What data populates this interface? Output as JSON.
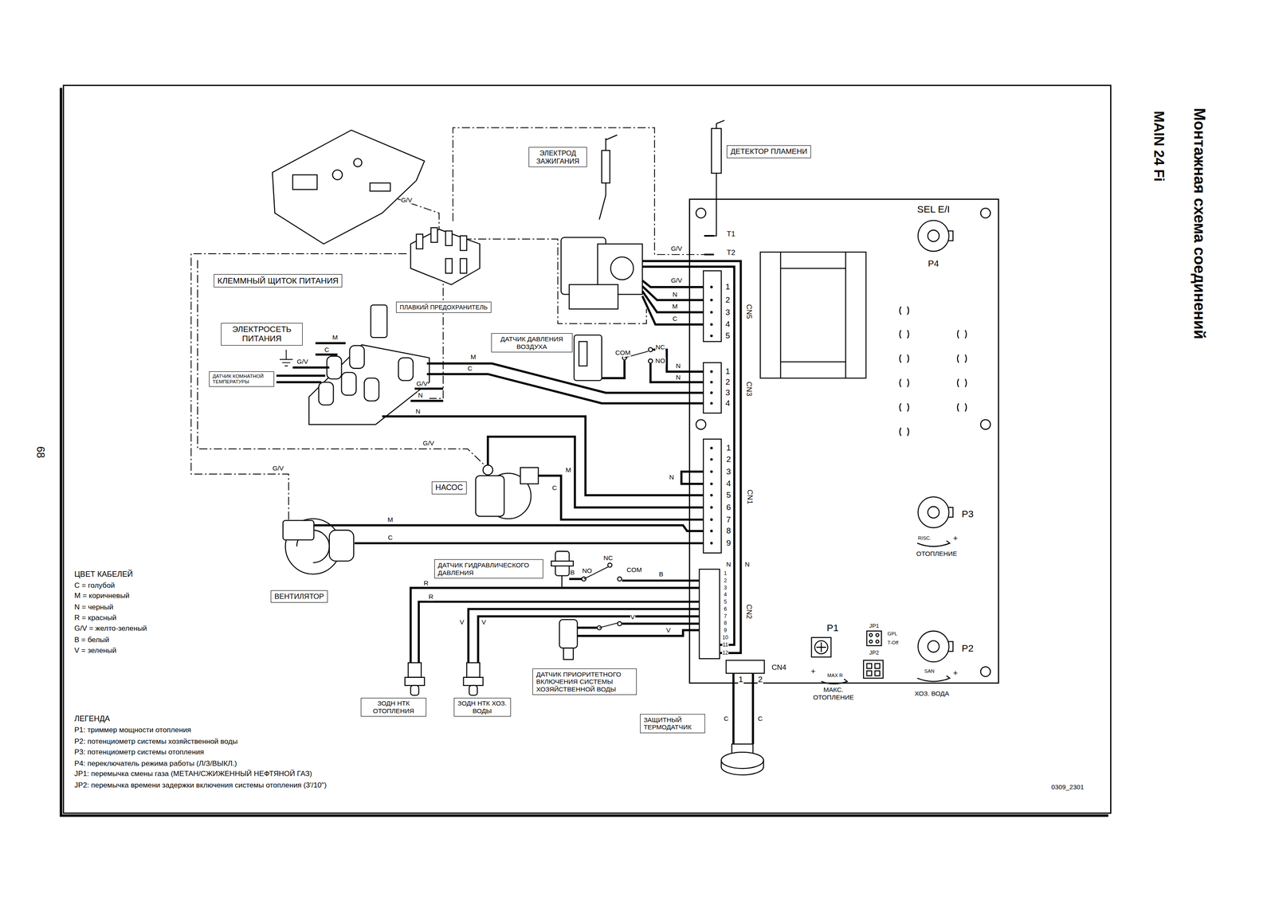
{
  "diagram": {
    "title": "Монтажная схема соединений",
    "nodes": [
      {
        "text": [
          "ЭЛЕКТРОД ЗАЖИГАНИЯ"
        ]
      },
      {
        "text": [
          "ДЕТЕКТОР ПЛАМЕНИ"
        ]
      },
      {
        "text": [
          "КЛЕММНЫЙ ЩИТОК ПИТАНИЯ"
        ]
      },
      {
        "text": [
          "ПЛАВКИЙ ПРЕДОХРАНИТЕЛЬ"
        ]
      },
      {
        "text": [
          "ЭЛЕКТРОСЕТЬ ПИТАНИЯ"
        ]
      },
      {
        "text": [
          "ДАТЧИК КОМНАТНОЙ ТЕМПЕРАТУРЫ"
        ]
      },
      {
        "text": [
          "ДАТЧИК ДАВЛЕНИЯ ВОЗДУХА"
        ]
      },
      {
        "text": [
          "НАСОС"
        ]
      },
      {
        "text": [
          "ДАТЧИК ГИДРАВЛИЧЕСКОГО ДАВЛЕНИЯ"
        ]
      },
      {
        "text": [
          "ВЕНТИЛЯТОР"
        ]
      },
      {
        "text": [
          "ЗОДН НТК ОТОПЛЕНИЯ"
        ]
      },
      {
        "text": [
          "ЗОДН НТК ХОЗ. ВОДЫ"
        ]
      },
      {
        "text": [
          "ДАТЧИК ПРИОРИТЕТНОГО ВКЛЮЧЕНИЯ СИСТЕМЫ ХОЗЯЙСТВЕННОЙ ВОДЫ"
        ]
      },
      {
        "text": [
          "ЗАЩИТНЫЙ ТЕРМОДАТЧИК"
        ]
      }
    ],
    "labels": [
      "MAIN 24 Fi",
      "68",
      "0309_2301",
      "ЦВЕТ КАБЕЛЕЙ",
      "ЛЕГЕНДА",
      "G/V",
      "G/V",
      "G/V",
      "N",
      "M",
      "C",
      "T1",
      "T2",
      "COM",
      "NC",
      "NO",
      "N",
      "N",
      "M",
      "C",
      "G/V",
      "M",
      "C",
      "G/V",
      "N",
      "N",
      "G/V",
      "G/V",
      "C",
      "M",
      "N",
      "M",
      "C",
      "NC",
      "NO",
      "COM",
      "B",
      "B",
      "R",
      "R",
      "V",
      "V",
      "V",
      "V",
      "N",
      "N",
      "C",
      "C",
      "1",
      "2",
      "3",
      "4",
      "5",
      "CN5",
      "1",
      "2",
      "3",
      "4",
      "CN3",
      "1",
      "2",
      "3",
      "4",
      "5",
      "6",
      "7",
      "8",
      "9",
      "CN1",
      "1",
      "2",
      "3",
      "4",
      "5",
      "6",
      "7",
      "8",
      "9",
      "10",
      "11",
      "12",
      "CN2",
      "CN4",
      "1",
      "2",
      "SEL E/I",
      "P4",
      "P3",
      "RISC.",
      "+",
      "ОТОПЛЕНИЕ",
      "P2",
      "SAN",
      "+",
      "ХОЗ. ВОДА",
      "P1",
      "+",
      "MAX R",
      "МАКС. ОТОПЛЕНИЕ",
      "JP1",
      "GPL",
      "T-Off",
      "JP2"
    ],
    "legend": [
      {
        "text": "C = голубой"
      },
      {
        "text": "M = коричневый"
      },
      {
        "text": "N = черный"
      },
      {
        "text": "R = красный"
      },
      {
        "text": "G/V = желто-зеленый"
      },
      {
        "text": "B = белый"
      },
      {
        "text": "V = зеленый"
      },
      {
        "text": "P1: триммер мощности отопления"
      },
      {
        "text": "P2: потенциометр системы хозяйственной воды"
      },
      {
        "text": "P3: потенциометр системы отопления"
      },
      {
        "text": "P4: переключатель режима работы (Л/З/ВЫКЛ.)"
      },
      {
        "text": "JP1: перемычка смены газа (МЕТАН/СЖИЖЕННЫЙ НЕФТЯНОЙ ГАЗ)"
      },
      {
        "text": "JP2: перемычка времени задержки включения системы отопления (3'/10\")"
      }
    ]
  }
}
